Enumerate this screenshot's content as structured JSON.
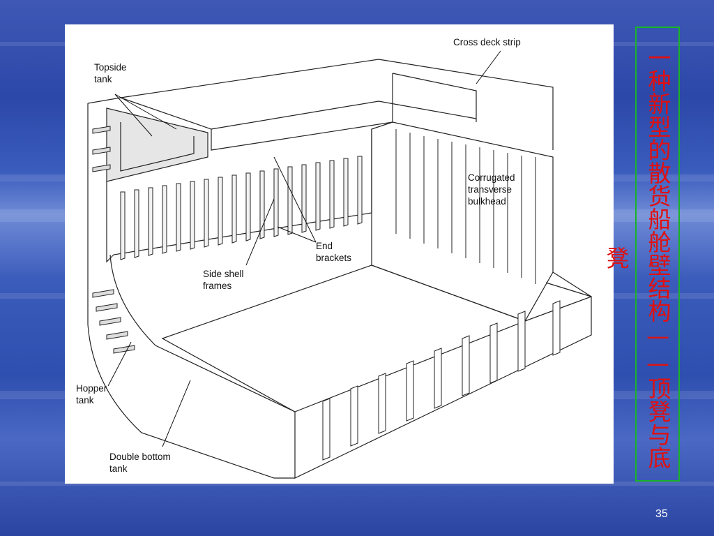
{
  "slide": {
    "title": "一种新型的散货船舱壁结构——顶凳与底凳",
    "page_number": "35"
  },
  "diagram": {
    "labels": {
      "topside_tank": "Topside\ntank",
      "cross_deck_strip": "Cross deck strip",
      "corrugated_bulkhead": "Corrugated\ntransverse\nbulkhead",
      "end_brackets": "End\nbrackets",
      "side_shell_frames": "Side shell\nframes",
      "hopper_tank": "Hopper\ntank",
      "double_bottom_tank": "Double bottom\ntank"
    }
  },
  "colors": {
    "title_text": "#e01010",
    "title_border": "#18b428",
    "background": "#2c48a8"
  }
}
